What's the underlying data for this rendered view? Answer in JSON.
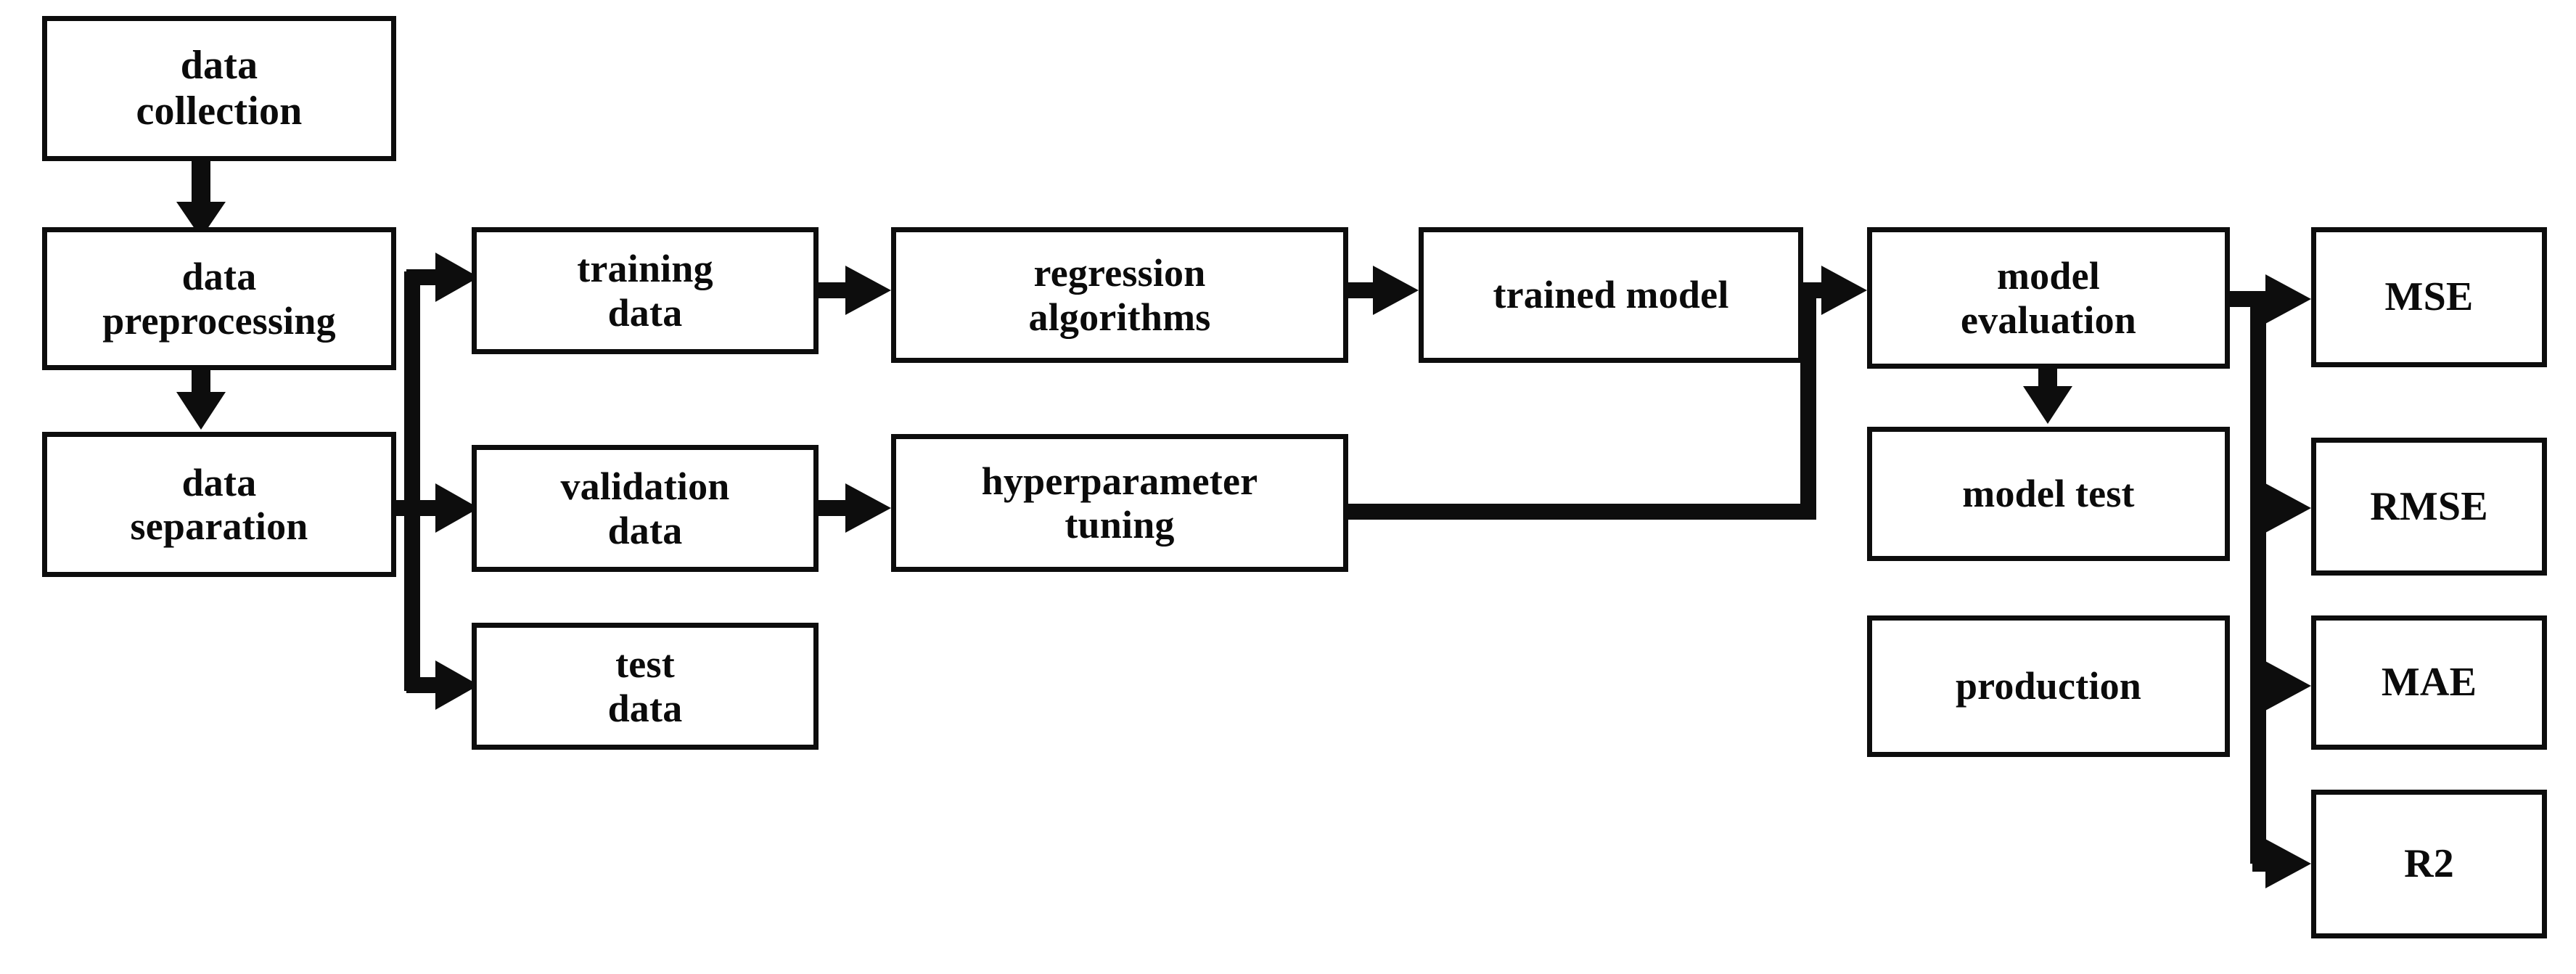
{
  "diagram": {
    "title": "machine learning regression workflow flowchart",
    "background_color": "#ffffff",
    "stroke_color": "#0d0d0d",
    "nodes": {
      "data_collection": {
        "line1": "data",
        "line2": "collection"
      },
      "data_preprocessing": {
        "line1": "data",
        "line2": "preprocessing"
      },
      "data_separation": {
        "line1": "data",
        "line2": "separation"
      },
      "training_data": {
        "line1": "training",
        "line2": "data"
      },
      "validation_data": {
        "line1": "validation",
        "line2": "data"
      },
      "test_data": {
        "line1": "test",
        "line2": "data"
      },
      "regression_algorithms": {
        "line1": "regression",
        "line2": "algorithms"
      },
      "hyperparameter_tuning": {
        "line1": "hyperparameter",
        "line2": "tuning"
      },
      "trained_model": {
        "line1": "trained model",
        "line2": ""
      },
      "model_evaluation": {
        "line1": "model",
        "line2": "evaluation"
      },
      "model_test": {
        "line1": "model test",
        "line2": ""
      },
      "production": {
        "line1": "production",
        "line2": ""
      },
      "mse": {
        "line1": "MSE",
        "line2": ""
      },
      "rmse": {
        "line1": "RMSE",
        "line2": ""
      },
      "mae": {
        "line1": "MAE",
        "line2": ""
      },
      "r2": {
        "line1": "R2",
        "line2": ""
      }
    },
    "edges": [
      {
        "from": "data_collection",
        "to": "data_preprocessing",
        "kind": "arrow-down"
      },
      {
        "from": "data_preprocessing",
        "to": "data_separation",
        "kind": "arrow-down"
      },
      {
        "from": "data_separation",
        "to": "training_data",
        "kind": "arrow-right-fork"
      },
      {
        "from": "data_separation",
        "to": "validation_data",
        "kind": "arrow-right-fork"
      },
      {
        "from": "data_separation",
        "to": "test_data",
        "kind": "arrow-right-fork"
      },
      {
        "from": "training_data",
        "to": "regression_algorithms",
        "kind": "arrow-right"
      },
      {
        "from": "regression_algorithms",
        "to": "trained_model",
        "kind": "arrow-right"
      },
      {
        "from": "trained_model",
        "to": "model_evaluation",
        "kind": "arrow-right"
      },
      {
        "from": "validation_data",
        "to": "hyperparameter_tuning",
        "kind": "arrow-right"
      },
      {
        "from": "hyperparameter_tuning",
        "to": "model_evaluation",
        "kind": "elbow-up-right"
      },
      {
        "from": "model_evaluation",
        "to": "model_test",
        "kind": "arrow-down"
      },
      {
        "from": "model_evaluation",
        "to": "mse",
        "kind": "arrow-right-bus"
      },
      {
        "from": "model_evaluation",
        "to": "rmse",
        "kind": "arrow-right-bus"
      },
      {
        "from": "model_evaluation",
        "to": "mae",
        "kind": "arrow-right-bus"
      },
      {
        "from": "model_evaluation",
        "to": "r2",
        "kind": "arrow-right-bus"
      }
    ]
  }
}
